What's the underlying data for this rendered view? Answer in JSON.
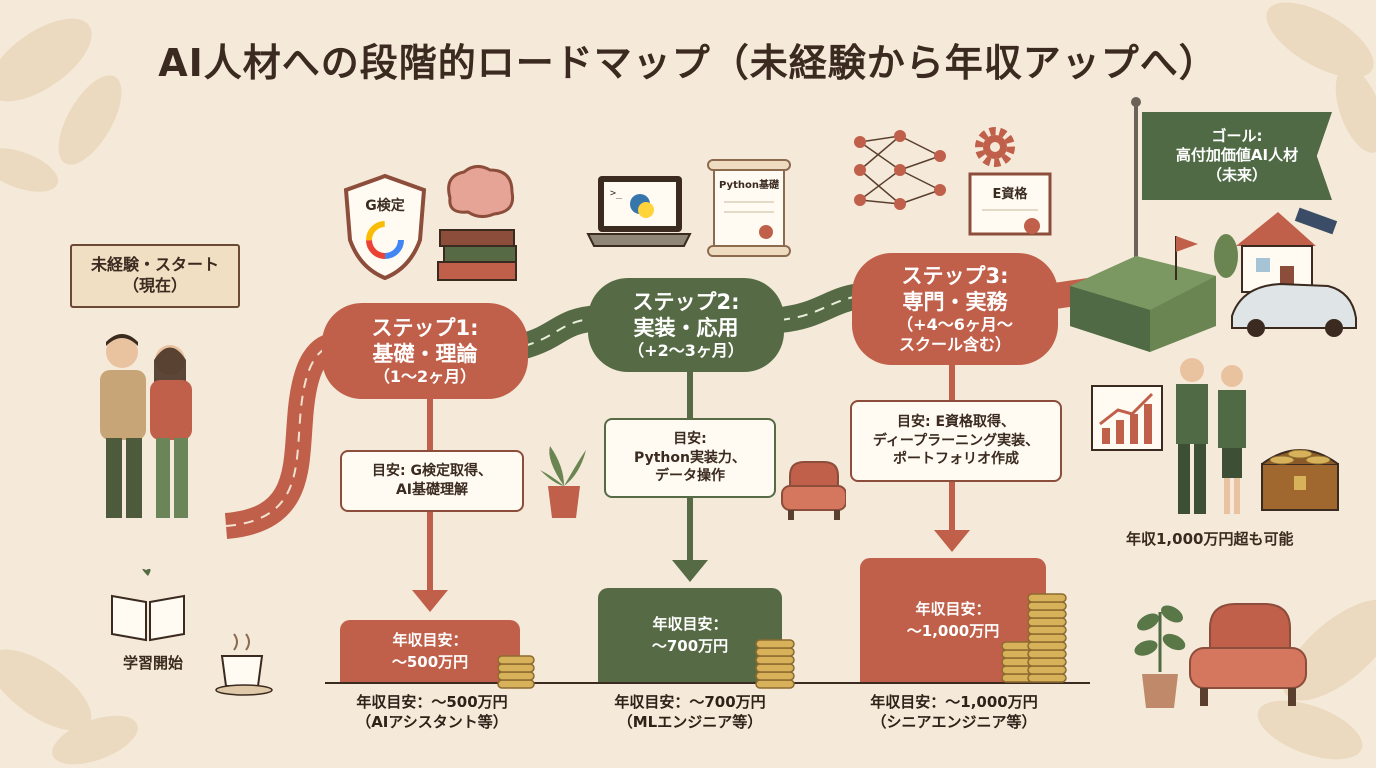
{
  "title": "AI人材への段階的ロードマップ（未経験から年収アップへ）",
  "start": {
    "line1": "未経験・スタート",
    "line2": "（現在）"
  },
  "study_label": "学習開始",
  "icons": {
    "g_badge": "G検定",
    "python_scroll": "Python基礎",
    "e_cert": "E資格"
  },
  "steps": [
    {
      "title": "ステップ1:",
      "name": "基礎・理論",
      "period": "（1〜2ヶ月）",
      "color": "#c0604a"
    },
    {
      "title": "ステップ2:",
      "name": "実装・応用",
      "period": "（+2〜3ヶ月）",
      "color": "#566b45"
    },
    {
      "title": "ステップ3:",
      "name": "専門・実務",
      "period": "（+4〜6ヶ月〜",
      "period2": "スクール含む）",
      "color": "#c0604a"
    }
  ],
  "notes": [
    {
      "l1": "目安: G検定取得、",
      "l2": "AI基礎理解"
    },
    {
      "l1": "目安:",
      "l2": "Python実装力、",
      "l3": "データ操作"
    },
    {
      "l1": "目安: E資格取得、",
      "l2": "ディープラーニング実装、",
      "l3": "ポートフォリオ作成"
    }
  ],
  "salary_boxes": [
    {
      "l1": "年収目安：",
      "l2": "〜500万円"
    },
    {
      "l1": "年収目安：",
      "l2": "〜700万円"
    },
    {
      "l1": "年収目安：",
      "l2": "〜1,000万円"
    }
  ],
  "captions": [
    {
      "l1": "年収目安：〜500万円",
      "l2": "（AIアシスタント等）"
    },
    {
      "l1": "年収目安：〜700万円",
      "l2": "（MLエンジニア等）"
    },
    {
      "l1": "年収目安：〜1,000万円",
      "l2": "（シニアエンジニア等）"
    }
  ],
  "goal": {
    "l1": "ゴール:",
    "l2": "高付加価値AI人材",
    "l3": "（未来）"
  },
  "goal_income": "年収1,000万円超も可能",
  "colors": {
    "red": "#c0604a",
    "green": "#566b45",
    "bg": "#f5ead9",
    "gold": "#d8b25a"
  }
}
